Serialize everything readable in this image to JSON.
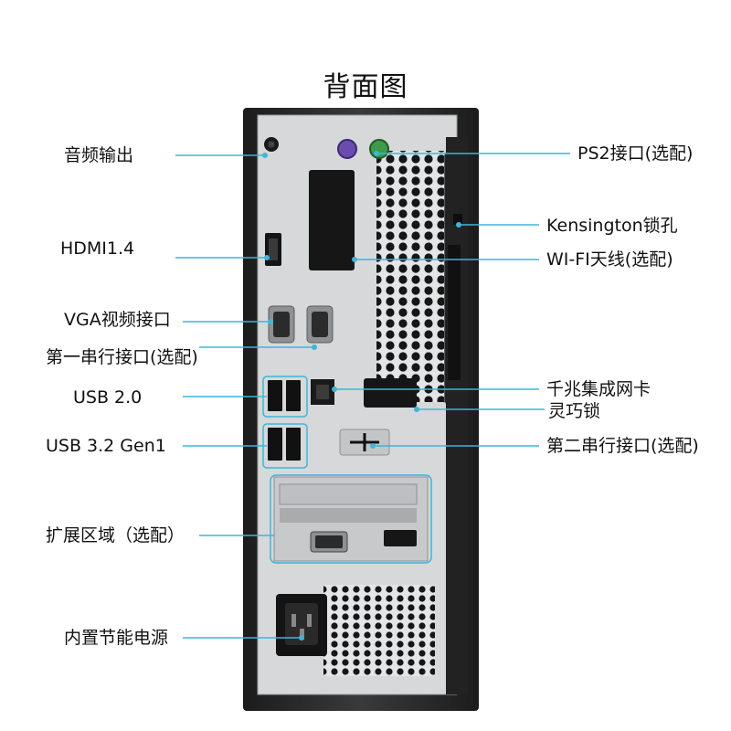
{
  "title": "背面图",
  "colors": {
    "callout": "#3ab7d9",
    "case": "#2a2a2a",
    "panel": "#d9dadb",
    "metal": "#b8babc"
  },
  "labels": {
    "left": [
      {
        "id": "audio-out",
        "text": "音频输出"
      },
      {
        "id": "hdmi",
        "text": "HDMI1.4"
      },
      {
        "id": "vga",
        "text": "VGA视频接口"
      },
      {
        "id": "serial1",
        "text": "第一串行接口(选配)"
      },
      {
        "id": "usb2",
        "text": "USB 2.0"
      },
      {
        "id": "usb32",
        "text": "USB 3.2 Gen1"
      },
      {
        "id": "expansion",
        "text": "扩展区域（选配）"
      },
      {
        "id": "psu",
        "text": "内置节能电源"
      }
    ],
    "right": [
      {
        "id": "ps2",
        "text": "PS2接口(选配)"
      },
      {
        "id": "kensington",
        "text": "Kensington锁孔"
      },
      {
        "id": "wifi",
        "text": "WI-FI天线(选配)"
      },
      {
        "id": "lan",
        "text": "千兆集成网卡"
      },
      {
        "id": "lock",
        "text": "灵巧锁"
      },
      {
        "id": "serial2",
        "text": "第二串行接口(选配)"
      }
    ]
  }
}
